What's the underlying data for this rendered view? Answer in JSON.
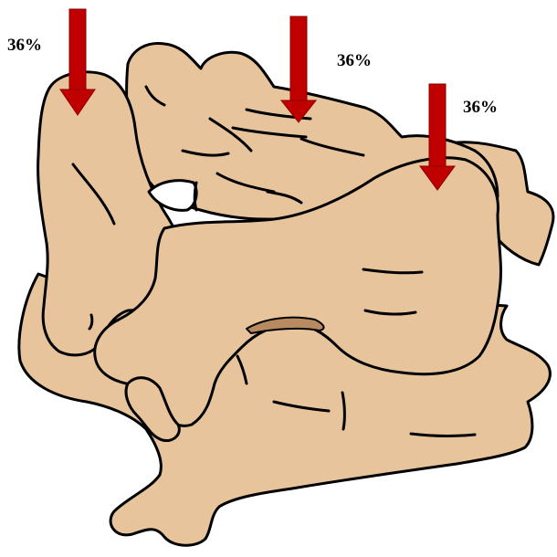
{
  "figure": {
    "bone_fill": "#E8C49C",
    "outline_color": "#000000",
    "arrow_color": "#C00000",
    "shadow_color": "#B88A60"
  },
  "labels": {
    "left": "36%",
    "middle": "36%",
    "right": "36%"
  }
}
